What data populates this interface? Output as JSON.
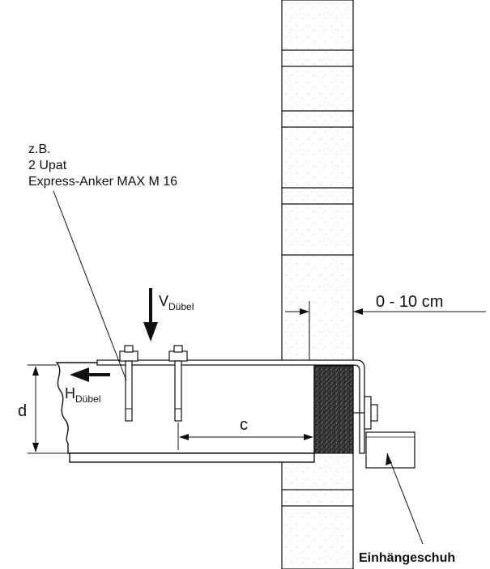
{
  "annotation": {
    "line1": "z.B.",
    "line2": "2 Upat",
    "line3": "Express-Anker MAX M 16"
  },
  "force_vertical": {
    "symbol": "V",
    "subscript": "Dübel"
  },
  "force_horizontal": {
    "symbol": "H",
    "subscript": "Dübel"
  },
  "dimension_gap": "0 - 10 cm",
  "dimension_depth": "d",
  "dimension_c": "c",
  "hanger_label": "Einhängeschuh",
  "colors": {
    "line": "#111111",
    "insulation": "#3a3a3a",
    "masonry": "#ffffff"
  }
}
